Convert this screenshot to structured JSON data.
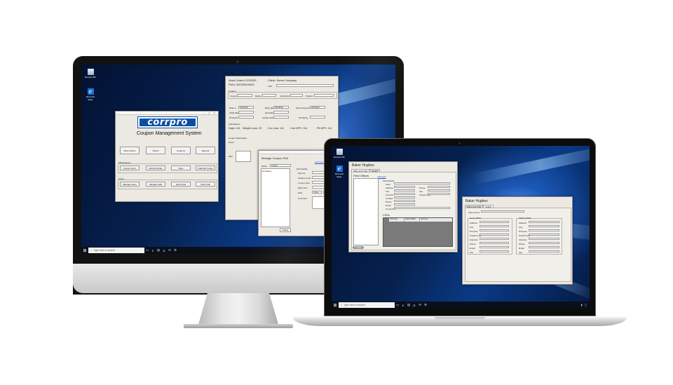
{
  "taskbar": {
    "search_placeholder": "Type here to search"
  },
  "desktop_icons": {
    "recycle_bin": "Recycle Bin",
    "edge": "Microsoft Edge"
  },
  "coupon_app": {
    "title_bar": "",
    "logo": "corrpro",
    "heading": "Coupon Management System",
    "main_buttons": [
      "Work Orders",
      "Clients",
      "Coupons",
      "Reports"
    ],
    "maintenance_label": "Maintenance",
    "maintenance_buttons": [
      "Coupon Items",
      "Defined Fields",
      "Sites",
      "Calendar Codes"
    ],
    "users_label": "Users",
    "user_buttons": [
      "Manage Users",
      "Manage Staff",
      "Work Field",
      "Work LSD"
    ]
  },
  "work_order": {
    "title": "Work Order# 1292333",
    "field": "Field: 392333/03323",
    "client": "Client: Some Company",
    "lsd_label": "LSD:",
    "coupon_group": "Coupon",
    "coupon_labels": [
      "Coupon",
      "Rating",
      "Directions",
      "Position"
    ],
    "date_labels": [
      "Date In",
      "Body Est",
      "Date Received"
    ],
    "date_values": [
      "4/15/2019",
      "4/15/2019",
      "4/15/2019"
    ],
    "weight_labels": [
      "Initial Weight",
      "Final Weight"
    ],
    "pit_labels": [
      "Pit Depth",
      "Surface Rating",
      "Pit Rating"
    ],
    "calc_label": "Calculations",
    "calc_values": [
      "Days: 111",
      "Weight Loss: 23",
      "Cor Loss: 111",
      "Corr MPY: 111",
      "Pit MPY: 111"
    ],
    "desc_label": "Coupon Description",
    "notes_label": "Notes",
    "misc_label": "Misc"
  },
  "manage_part": {
    "title_bar": "",
    "heading": "Manage Coupon Part",
    "add_link": "Add New Part",
    "name_label": "Name",
    "name_value": "Coupon",
    "list_item": "Pit Rating",
    "part_details_label": "Part Details",
    "field_labels": [
      "Part No",
      "Surface Code",
      "Coupon Size",
      "Body Size",
      "Rate",
      "Comment"
    ],
    "rate_value": "Yellow",
    "delete_button": "Delete"
  },
  "client_window": {
    "company": "Baker Hughes",
    "tabs": [
      "Office and LSDs",
      "Details"
    ],
    "field_offices_label": "Field Offices",
    "add_link": "Add Field",
    "field_details_label": "Field Details",
    "left_labels": [
      "Field",
      "Address",
      "City",
      "Province",
      "Contact",
      "Phone",
      "Email",
      "Comments"
    ],
    "right_labels": [
      "Phone",
      "Fax",
      "Postal Code"
    ],
    "lsds_label": "LSDs",
    "lsd_columns": [
      "LSD Code",
      "Field Location",
      "Comment"
    ],
    "delete_button": "Delete Field"
  },
  "client_details": {
    "company": "Baker Hughes",
    "tabs": [
      "Office and LSDs",
      "Details"
    ],
    "client_name_label": "Client Name",
    "home_office_label": "Home Office",
    "mailing_office_label": "Mailing Office",
    "field_labels": [
      "Address",
      "City",
      "Province",
      "Postal Code",
      "Attention",
      "Phone",
      "Email",
      "Fax"
    ]
  }
}
